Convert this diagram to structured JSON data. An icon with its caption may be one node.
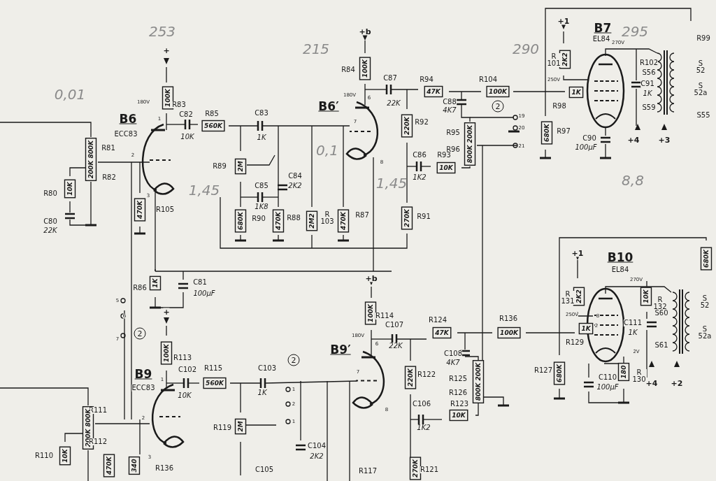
{
  "diagram": {
    "labels": [
      "253",
      "0,01",
      "+",
      "100K",
      "R83",
      "180V",
      "C82",
      "10K",
      "B6",
      "ECC83",
      "1",
      "R85",
      "560K",
      "C83",
      "1K",
      "R81",
      "200K 800K",
      "R82",
      "2",
      "R80",
      "10K",
      "C80",
      "22K",
      "R89",
      "2M",
      "1,45",
      "C84",
      "C85",
      "2K2",
      "1K8",
      "3",
      "470K",
      "R105",
      "680K",
      "R90",
      "470K",
      "R88",
      "2M2",
      "R 103",
      "470K",
      "R87",
      "215",
      "+b",
      "R84",
      "100K",
      "180V",
      "6",
      "C87",
      "22K",
      "B6′",
      "0,1",
      "7",
      "8",
      "1,45",
      "R94",
      "47K",
      "R104",
      "100K",
      "C88",
      "4K7",
      "2",
      "220K",
      "R92",
      "19",
      "20",
      "R95",
      "800K 200K",
      "21",
      "R96",
      "C86",
      "R93",
      "10K",
      "1K2",
      "270K",
      "R91",
      "290",
      "+1",
      "B7",
      "EL84",
      "295",
      "270V",
      "R 101",
      "2K2",
      "R102",
      "250V",
      "1K",
      "S56",
      "C91",
      "1K",
      "R98",
      "S59",
      "S 52",
      "S 52a",
      "R99",
      "S55",
      "680K",
      "R97",
      "C90",
      "100µF",
      "+4",
      "+3",
      "8,8",
      "R86",
      "1K",
      "C81",
      "100µF",
      "5",
      "6",
      "7",
      "2",
      "+",
      "100K",
      "R113",
      "B9",
      "C102",
      "1",
      "R115",
      "560K",
      "C103",
      "2",
      "ECC83",
      "10K",
      "1K",
      "1",
      "2",
      "R111",
      "2",
      "1",
      "R119",
      "2M",
      "200K 800K",
      "R112",
      "C104",
      "3",
      "R110",
      "10K",
      "2K2",
      "470K",
      "340",
      "R136",
      "C105",
      "R117",
      "270K",
      "R121",
      "+b",
      "100K",
      "R114",
      "180V",
      "C107",
      "6",
      "22K",
      "R124",
      "47K",
      "R136",
      "100K",
      "B9′",
      "C108",
      "4K7",
      "7",
      "220K",
      "R122",
      "R125",
      "800K 200K",
      "R126",
      "C106",
      "R123",
      "8",
      "10K",
      "1K2",
      "+1",
      "B10",
      "EL84",
      "680K",
      "270V",
      "R 131",
      "2K2",
      "10K",
      "R 132",
      "S 52",
      "S60",
      "250V",
      "8",
      "2",
      "1K",
      "C111",
      "1K",
      "S 52a",
      "R129",
      "S61",
      "2V",
      "R127",
      "680K",
      "C110",
      "180",
      "R 130",
      "100µF",
      "+4",
      "+2"
    ]
  }
}
